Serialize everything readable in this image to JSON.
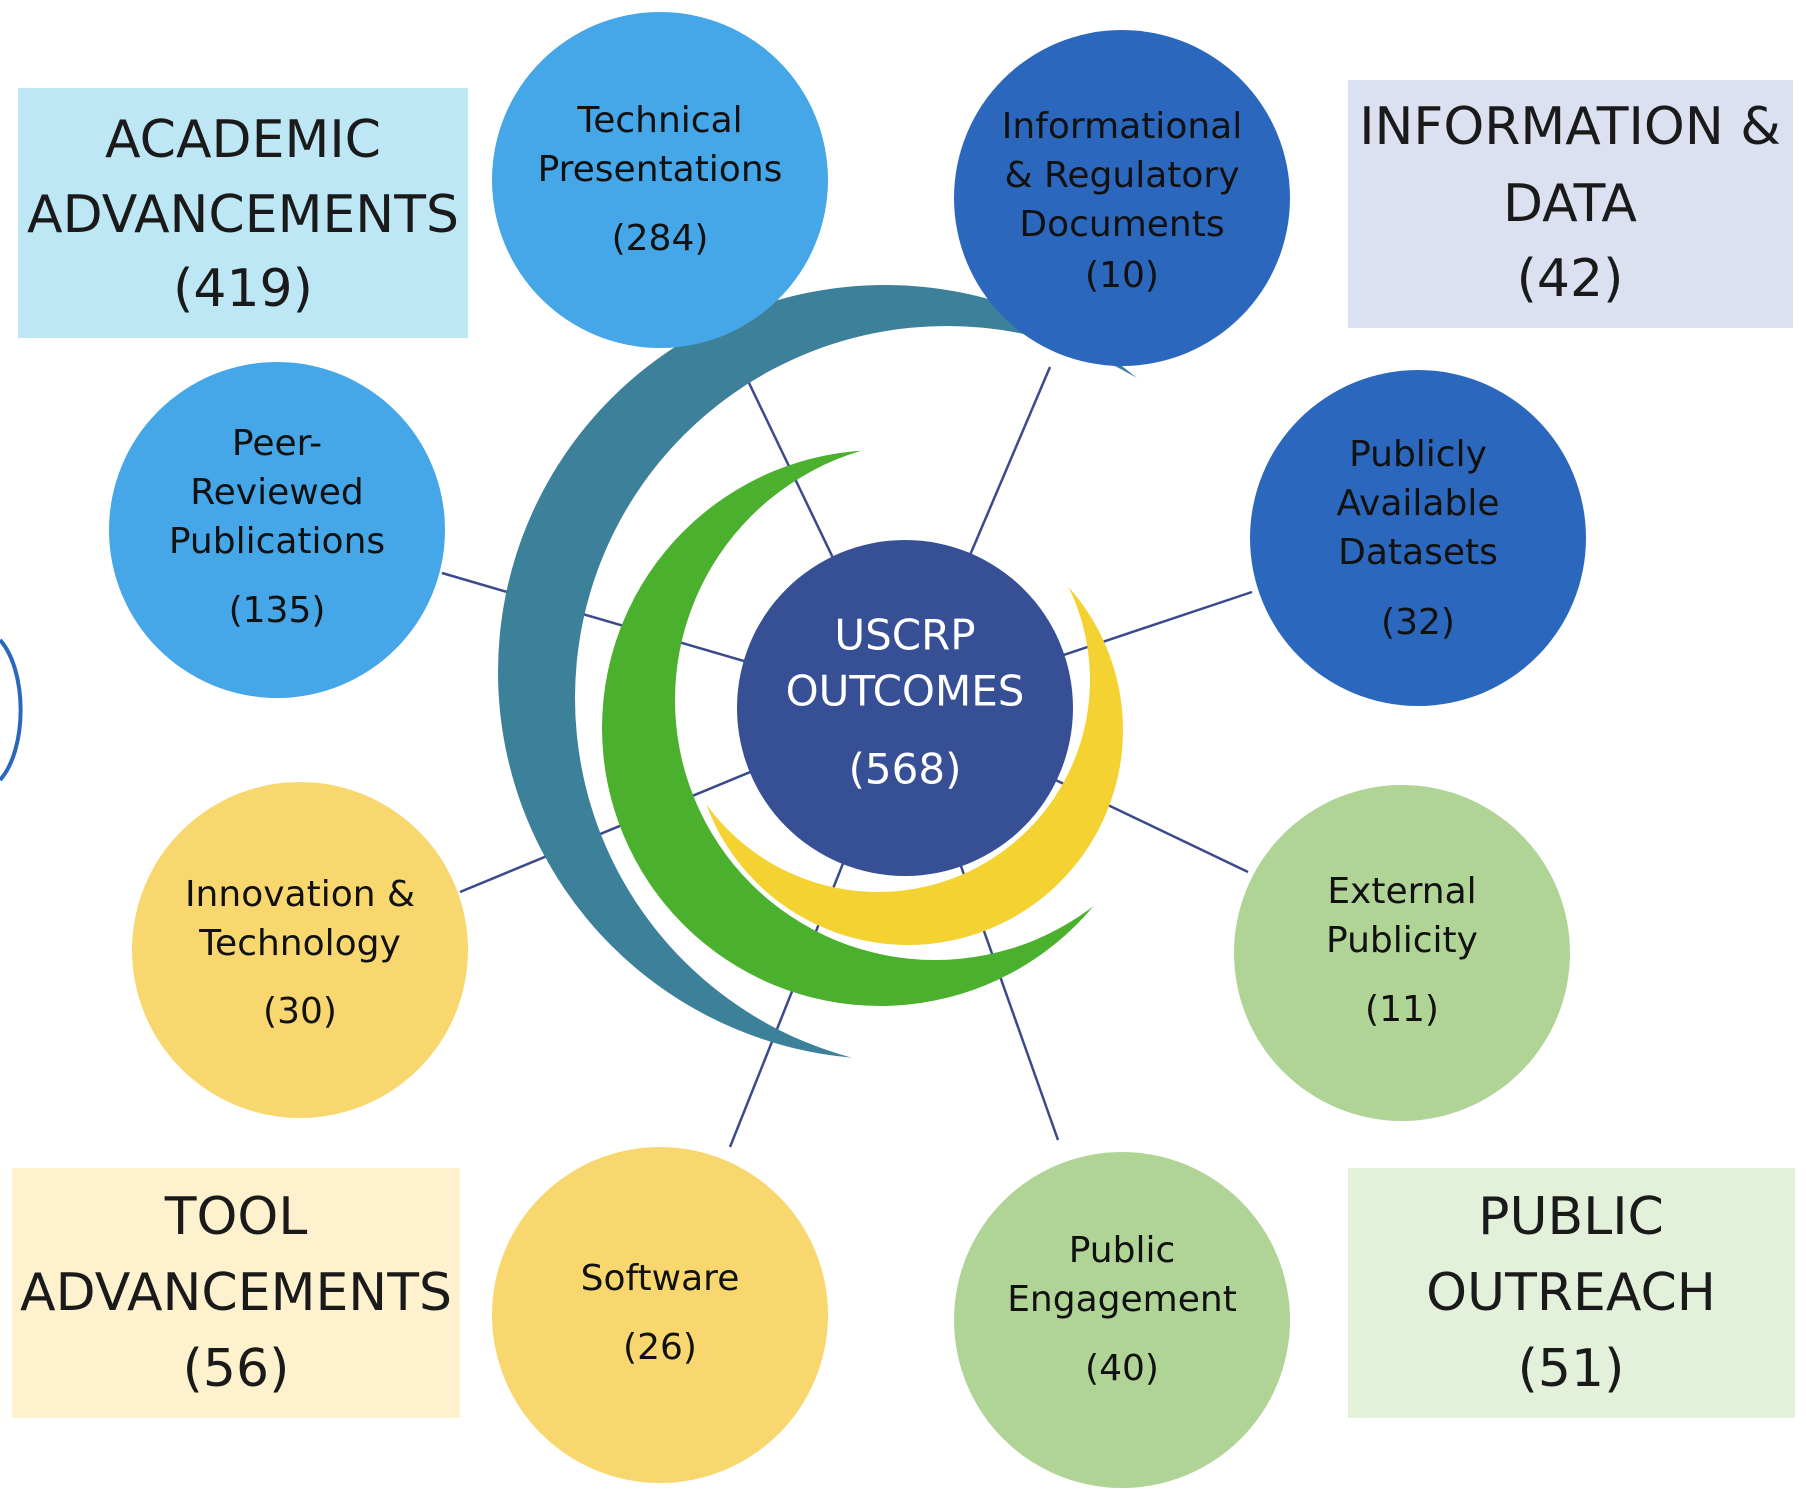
{
  "center": {
    "title_line1": "USCRP",
    "title_line2": "OUTCOMES",
    "count": "(568)",
    "color": "#374f94"
  },
  "categories": [
    {
      "id": "academic",
      "line1": "ACADEMIC",
      "line2": "ADVANCEMENTS",
      "count": "(419)",
      "color": "#bee7f6"
    },
    {
      "id": "information",
      "line1": "INFORMATION &",
      "line2": "DATA",
      "count": "(42)",
      "color": "#dbe1f1"
    },
    {
      "id": "tool",
      "line1": "TOOL",
      "line2": "ADVANCEMENTS",
      "count": "(56)",
      "color": "#fdf2cd"
    },
    {
      "id": "outreach",
      "line1": "PUBLIC",
      "line2": "OUTREACH",
      "count": "(51)",
      "color": "#e3f0da"
    }
  ],
  "outcomes": [
    {
      "id": "technical-presentations",
      "lines": [
        "Technical",
        "Presentations"
      ],
      "count": "(284)",
      "color": "#45a6e8"
    },
    {
      "id": "peer-reviewed-publications",
      "lines": [
        "Peer-",
        "Reviewed",
        "Publications"
      ],
      "count": "(135)",
      "color": "#45a6e8"
    },
    {
      "id": "informational-regulatory-documents",
      "lines": [
        "Informational",
        "& Regulatory",
        "Documents"
      ],
      "count": "(10)",
      "color": "#2b68bd"
    },
    {
      "id": "publicly-available-datasets",
      "lines": [
        "Publicly",
        "Available",
        "Datasets"
      ],
      "count": "(32)",
      "color": "#2b68bd"
    },
    {
      "id": "innovation-technology",
      "lines": [
        "Innovation &",
        "Technology"
      ],
      "count": "(30)",
      "color": "#f8d86e"
    },
    {
      "id": "software",
      "lines": [
        "Software"
      ],
      "count": "(26)",
      "color": "#f8d86e"
    },
    {
      "id": "external-publicity",
      "lines": [
        "External",
        "Publicity"
      ],
      "count": "(11)",
      "color": "#b0d496"
    },
    {
      "id": "public-engagement",
      "lines": [
        "Public",
        "Engagement"
      ],
      "count": "(40)",
      "color": "#b0d496"
    }
  ],
  "swirl_colors": {
    "outer": "#3d8099",
    "middle": "#4bb02e",
    "inner": "#f4d232"
  },
  "connector_color": "#3a4a8c"
}
